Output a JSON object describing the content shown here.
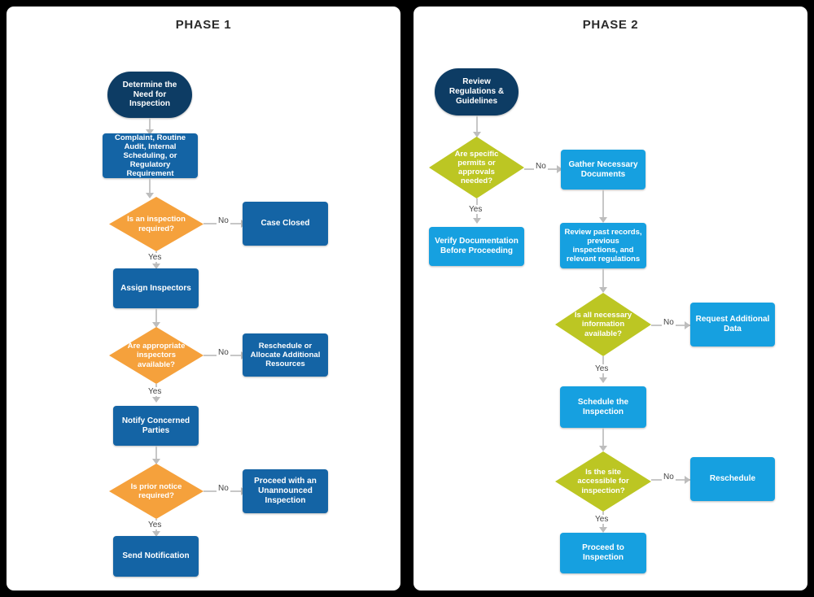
{
  "diagram": {
    "title": "Inspection Process Flowchart",
    "colors": {
      "terminator": "#0d3c64",
      "phase1_process": "#1464a5",
      "phase1_decision": "#f5a13c",
      "phase2_process": "#16a0e0",
      "phase2_decision": "#bcc623",
      "connector": "#c7c7c7",
      "panel_background": "#ffffff",
      "page_background": "#000000",
      "title_text": "#2b2b2b"
    },
    "edge_labels": {
      "yes": "Yes",
      "no": "No"
    }
  },
  "panels": [
    {
      "id": "phase-1",
      "title": "PHASE 1",
      "nodes": [
        {
          "id": "p1-n1",
          "type": "terminator",
          "label": "Determine the Need for Inspection"
        },
        {
          "id": "p1-n2",
          "type": "process",
          "label": "Complaint, Routine Audit, Internal Scheduling, or Regulatory Requirement"
        },
        {
          "id": "p1-d1",
          "type": "decision",
          "label": "Is an inspection required?"
        },
        {
          "id": "p1-n3",
          "type": "process",
          "label": "Case Closed"
        },
        {
          "id": "p1-n4",
          "type": "process",
          "label": "Assign Inspectors"
        },
        {
          "id": "p1-d2",
          "type": "decision",
          "label": "Are appropriate inspectors available?"
        },
        {
          "id": "p1-n5",
          "type": "process",
          "label": "Reschedule or Allocate Additional Resources"
        },
        {
          "id": "p1-n6",
          "type": "process",
          "label": "Notify Concerned Parties"
        },
        {
          "id": "p1-d3",
          "type": "decision",
          "label": "Is prior notice required?"
        },
        {
          "id": "p1-n7",
          "type": "process",
          "label": "Proceed with an Unannounced Inspection"
        },
        {
          "id": "p1-n8",
          "type": "process",
          "label": "Send Notification"
        }
      ],
      "edges": [
        {
          "from": "p1-n1",
          "to": "p1-n2",
          "label": ""
        },
        {
          "from": "p1-n2",
          "to": "p1-d1",
          "label": ""
        },
        {
          "from": "p1-d1",
          "to": "p1-n3",
          "label": "No"
        },
        {
          "from": "p1-d1",
          "to": "p1-n4",
          "label": "Yes"
        },
        {
          "from": "p1-n4",
          "to": "p1-d2",
          "label": ""
        },
        {
          "from": "p1-d2",
          "to": "p1-n5",
          "label": "No"
        },
        {
          "from": "p1-d2",
          "to": "p1-n6",
          "label": "Yes"
        },
        {
          "from": "p1-n6",
          "to": "p1-d3",
          "label": ""
        },
        {
          "from": "p1-d3",
          "to": "p1-n7",
          "label": "No"
        },
        {
          "from": "p1-d3",
          "to": "p1-n8",
          "label": "Yes"
        }
      ]
    },
    {
      "id": "phase-2",
      "title": "PHASE 2",
      "nodes": [
        {
          "id": "p2-n1",
          "type": "terminator",
          "label": "Review Regulations & Guidelines"
        },
        {
          "id": "p2-d1",
          "type": "decision",
          "label": "Are specific permits or approvals needed?"
        },
        {
          "id": "p2-n2",
          "type": "process",
          "label": "Gather Necessary Documents"
        },
        {
          "id": "p2-n3",
          "type": "process",
          "label": "Verify Documentation Before Proceeding"
        },
        {
          "id": "p2-n4",
          "type": "process",
          "label": "Review past records, previous inspections, and relevant regulations"
        },
        {
          "id": "p2-d2",
          "type": "decision",
          "label": "Is all necessary information available?"
        },
        {
          "id": "p2-n5",
          "type": "process",
          "label": "Request Additional Data"
        },
        {
          "id": "p2-n6",
          "type": "process",
          "label": "Schedule the Inspection"
        },
        {
          "id": "p2-d3",
          "type": "decision",
          "label": "Is the site accessible for inspection?"
        },
        {
          "id": "p2-n7",
          "type": "process",
          "label": "Reschedule"
        },
        {
          "id": "p2-n8",
          "type": "process",
          "label": "Proceed to Inspection"
        }
      ],
      "edges": [
        {
          "from": "p2-n1",
          "to": "p2-d1",
          "label": ""
        },
        {
          "from": "p2-d1",
          "to": "p2-n2",
          "label": "No"
        },
        {
          "from": "p2-d1",
          "to": "p2-n3",
          "label": "Yes"
        },
        {
          "from": "p2-n2",
          "to": "p2-n4",
          "label": ""
        },
        {
          "from": "p2-n4",
          "to": "p2-d2",
          "label": ""
        },
        {
          "from": "p2-d2",
          "to": "p2-n5",
          "label": "No"
        },
        {
          "from": "p2-d2",
          "to": "p2-n6",
          "label": "Yes"
        },
        {
          "from": "p2-n6",
          "to": "p2-d3",
          "label": ""
        },
        {
          "from": "p2-d3",
          "to": "p2-n7",
          "label": "No"
        },
        {
          "from": "p2-d3",
          "to": "p2-n8",
          "label": "Yes"
        }
      ]
    }
  ]
}
